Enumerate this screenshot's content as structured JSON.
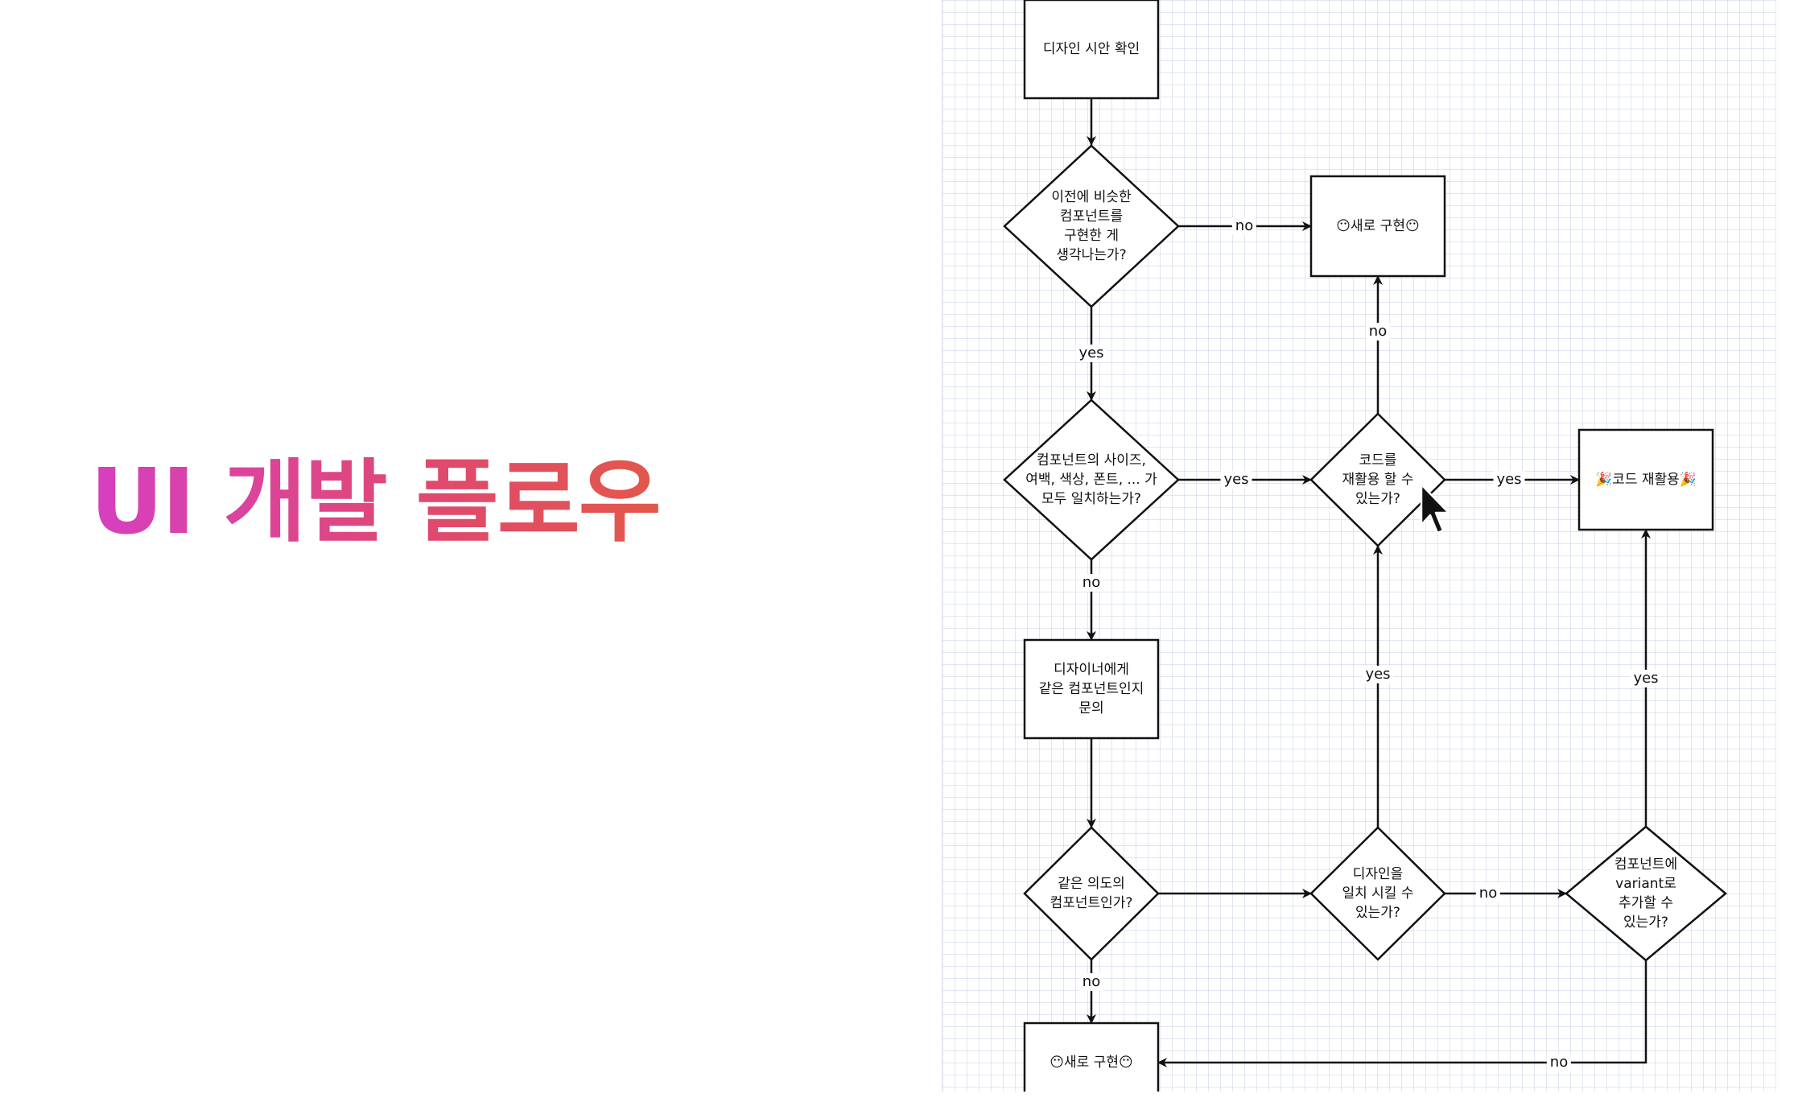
{
  "slide": {
    "title": "UI 개발 플로우"
  },
  "flowchart": {
    "nodes": [
      {
        "id": "n1",
        "shape": "rect",
        "label": "디자인 시안 확인"
      },
      {
        "id": "n2",
        "shape": "diamond",
        "label": "이전에 비슷한\n컴포넌트를\n구현한 게\n생각나는가?"
      },
      {
        "id": "n3",
        "shape": "rect",
        "label": "😶새로 구현😶"
      },
      {
        "id": "n4",
        "shape": "diamond",
        "label": "컴포넌트의 사이즈,\n여백, 색상, 폰트, ... 가\n모두 일치하는가?"
      },
      {
        "id": "n5",
        "shape": "diamond",
        "label": "코드를\n재활용 할 수\n있는가?"
      },
      {
        "id": "n6",
        "shape": "rect",
        "label": "🎉코드 재활용🎉"
      },
      {
        "id": "n7",
        "shape": "rect",
        "label": "디자이너에게\n같은 컴포넌트인지\n문의"
      },
      {
        "id": "n8",
        "shape": "diamond",
        "label": "같은 의도의\n컴포넌트인가?"
      },
      {
        "id": "n9",
        "shape": "diamond",
        "label": "디자인을\n일치 시킬 수\n있는가?"
      },
      {
        "id": "n10",
        "shape": "diamond",
        "label": "컴포넌트에\nvariant로\n추가할 수\n있는가?"
      },
      {
        "id": "n11",
        "shape": "rect",
        "label": "😶새로 구현😶"
      }
    ],
    "edges": [
      {
        "id": "e1",
        "from": "n1",
        "to": "n2",
        "label": ""
      },
      {
        "id": "e2",
        "from": "n2",
        "to": "n3",
        "label": "no"
      },
      {
        "id": "e3",
        "from": "n2",
        "to": "n4",
        "label": "yes"
      },
      {
        "id": "e4",
        "from": "n4",
        "to": "n5",
        "label": "yes"
      },
      {
        "id": "e5",
        "from": "n5",
        "to": "n3",
        "label": "no"
      },
      {
        "id": "e6",
        "from": "n5",
        "to": "n6",
        "label": "yes"
      },
      {
        "id": "e7",
        "from": "n4",
        "to": "n7",
        "label": "no"
      },
      {
        "id": "e8",
        "from": "n7",
        "to": "n8",
        "label": ""
      },
      {
        "id": "e9",
        "from": "n8",
        "to": "n9",
        "label": ""
      },
      {
        "id": "e10",
        "from": "n8",
        "to": "n11",
        "label": "no"
      },
      {
        "id": "e11",
        "from": "n9",
        "to": "n5",
        "label": "yes"
      },
      {
        "id": "e12",
        "from": "n9",
        "to": "n10",
        "label": "no"
      },
      {
        "id": "e13",
        "from": "n10",
        "to": "n6",
        "label": "yes"
      },
      {
        "id": "e14",
        "from": "n10",
        "to": "n11",
        "label": "no"
      }
    ]
  }
}
